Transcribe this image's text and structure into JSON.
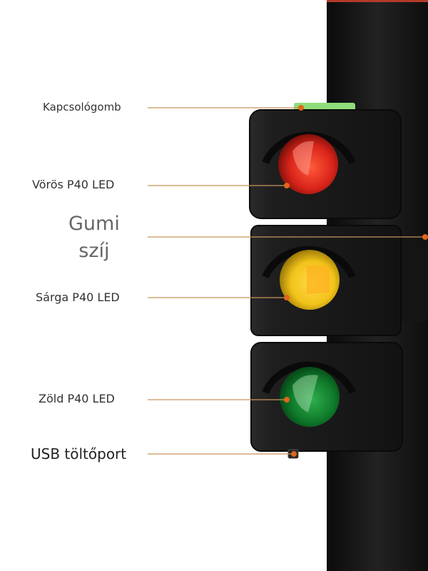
{
  "labels": {
    "switch_button": "Kapcsológomb",
    "red_led": "Vörös P40 LED",
    "strap_line1": "Gumi",
    "strap_line2": "szíj",
    "yellow_led": "Sárga P40 LED",
    "green_led": "Zöld P40 LED",
    "usb_port": "USB töltőport"
  },
  "colors": {
    "background": "#ffffff",
    "post": "#161616",
    "housing": "#1c1c1c",
    "callout_line": "#c8955a",
    "callout_dot": "#e0661a",
    "red_lens": "#d9241a",
    "yellow_lens": "#f2c31a",
    "green_lens": "#0f7a2a",
    "button_green": "#8fdc7a"
  }
}
